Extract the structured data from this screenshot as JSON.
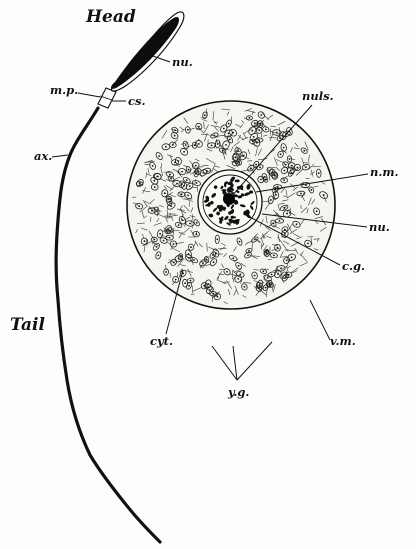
{
  "figure": {
    "sperm": {
      "head_label": "Head",
      "nucleus_label": "nu.",
      "middle_piece_label": "m.p.",
      "centrosome_label": "cs.",
      "axial_filament_label": "ax.",
      "tail_label": "Tail"
    },
    "egg": {
      "nucleolus_label": "nuls.",
      "nuclear_membrane_label": "n.m.",
      "nucleus_label": "nu.",
      "chromatin_label": "c.g.",
      "vitelline_membrane_label": "v.m.",
      "cytoplasm_label": "cyt.",
      "yolk_granules_label": "y.g."
    }
  }
}
